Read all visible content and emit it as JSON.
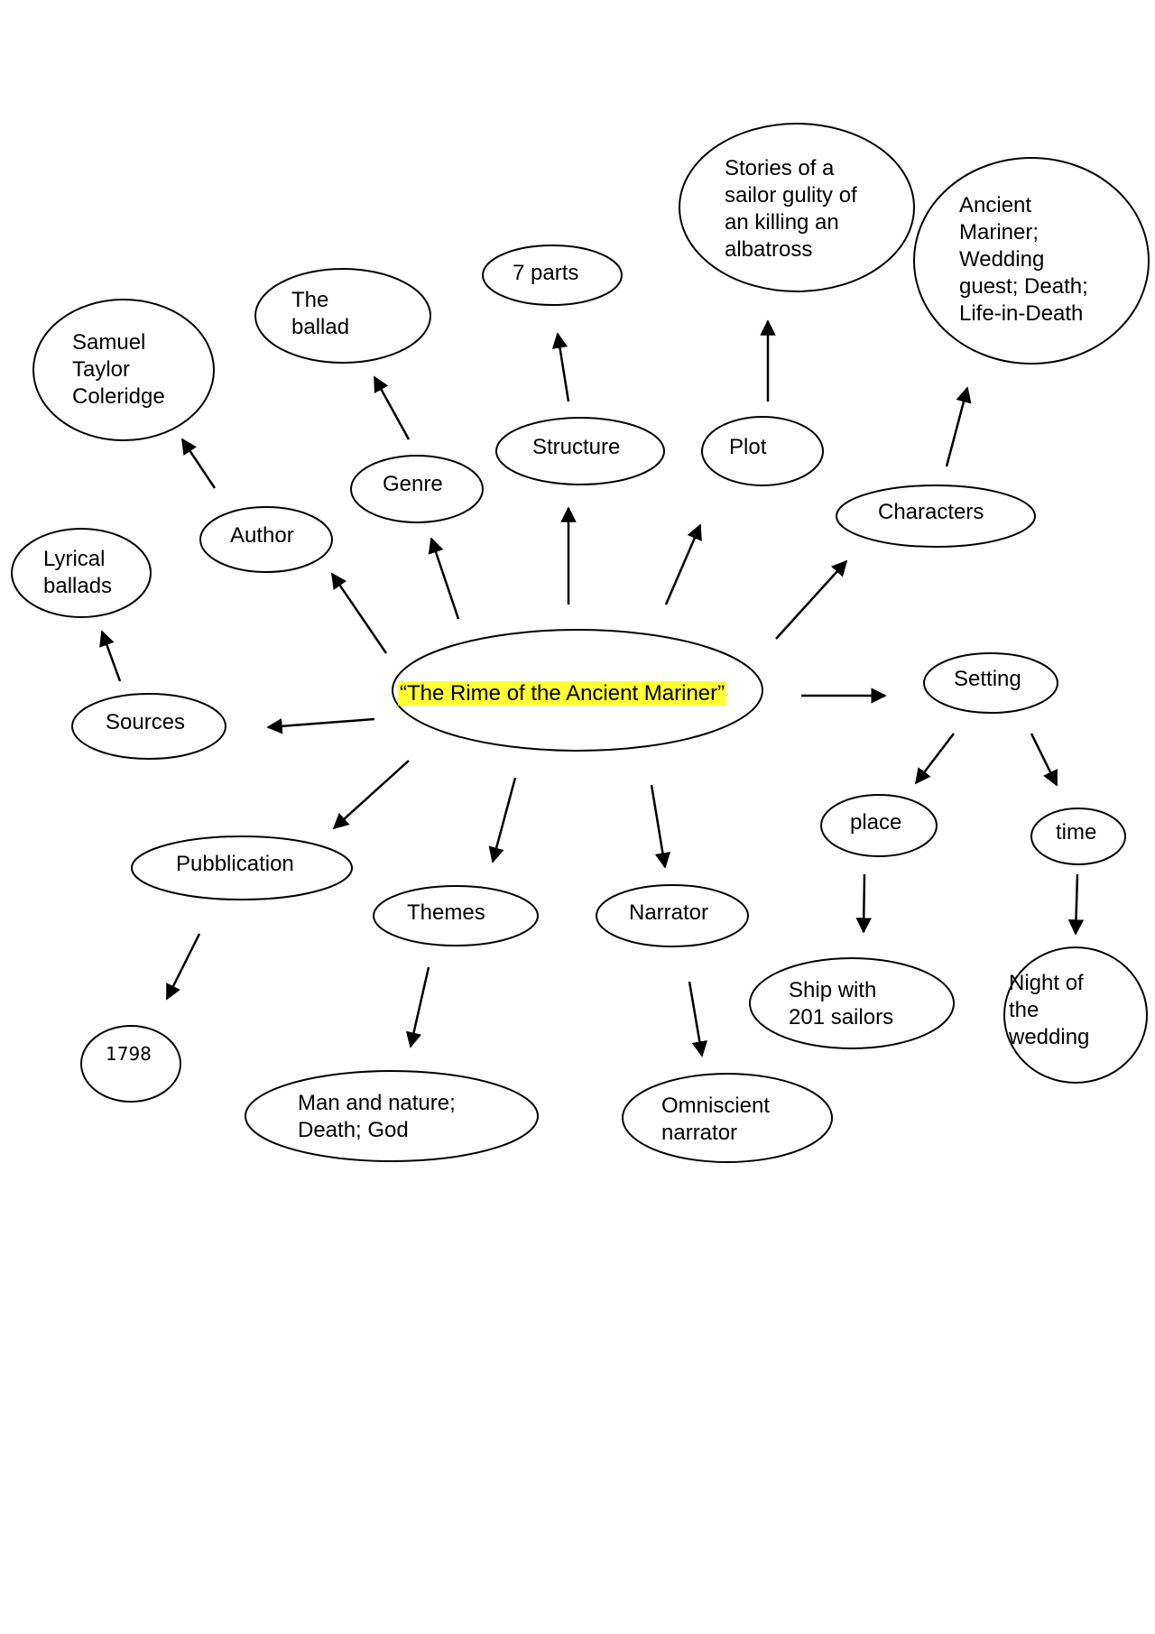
{
  "center": {
    "title": "“The Rime of the Ancient Mariner”",
    "highlight_color": "#ffff33"
  },
  "topics": {
    "sources": "Sources",
    "author": "Author",
    "genre": "Genre",
    "structure": "Structure",
    "plot": "Plot",
    "characters": "Characters",
    "setting": "Setting",
    "pubblication": "Pubblication",
    "themes": "Themes",
    "narrator": "Narrator"
  },
  "details": {
    "sources": [
      "Lyrical",
      "ballads"
    ],
    "author": [
      "Samuel",
      "Taylor",
      "Coleridge"
    ],
    "genre": [
      "The",
      "ballad"
    ],
    "structure": [
      "7 parts"
    ],
    "plot": [
      "Stories of a",
      "sailor gulity of",
      "an killing an",
      "albatross"
    ],
    "characters": [
      "Ancient",
      "Mariner;",
      "Wedding",
      "guest; Death;",
      "Life-in-Death"
    ],
    "pubblication": [
      "1798"
    ],
    "themes": [
      "Man and nature;",
      "Death; God"
    ],
    "narrator": [
      "Omniscient",
      "narrator"
    ]
  },
  "setting": {
    "place": "place",
    "time": "time",
    "place_detail": [
      "Ship with",
      "201 sailors"
    ],
    "time_detail": [
      "Night of",
      "the",
      "wedding"
    ]
  }
}
